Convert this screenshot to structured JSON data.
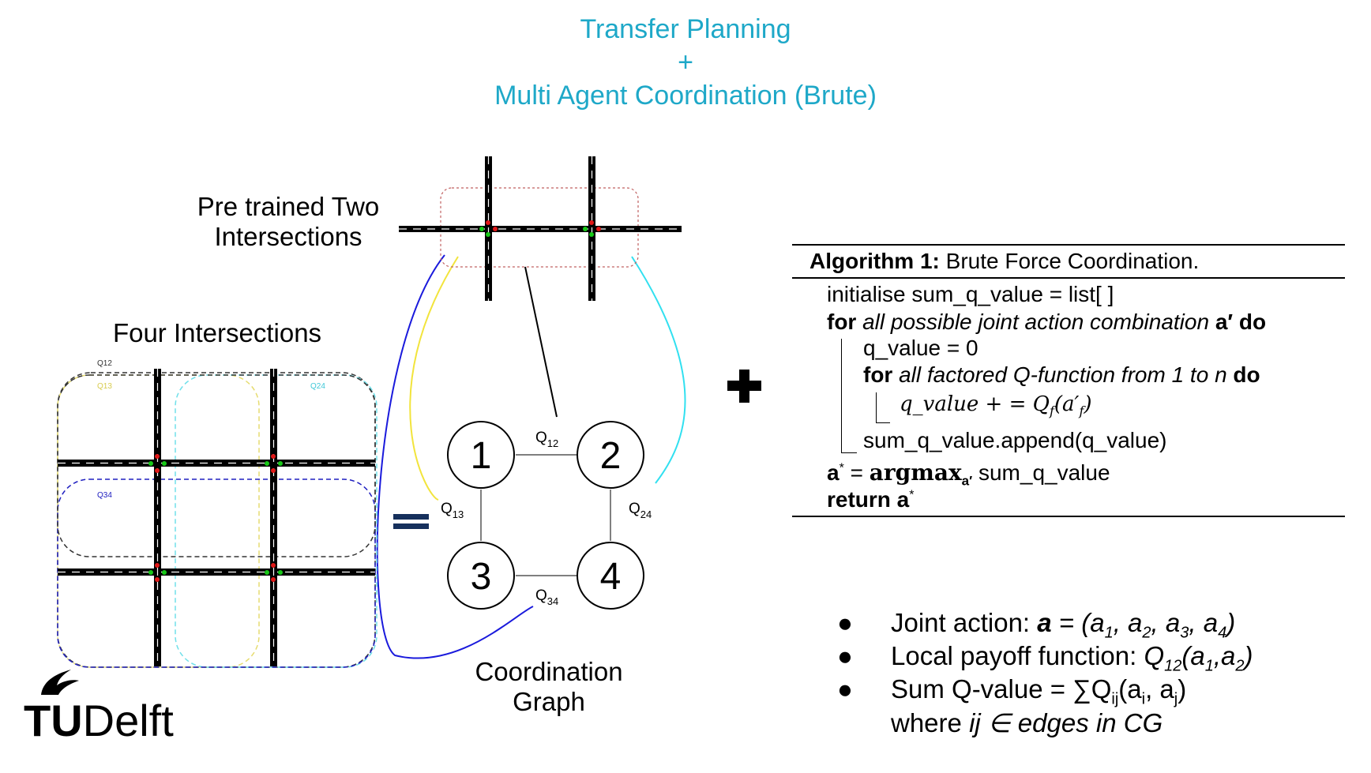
{
  "header": {
    "title_line1": "Transfer Planning",
    "title_plus": "+",
    "title_line2": "Multi Agent Coordination (Brute)"
  },
  "labels": {
    "pretrained": [
      "Pre trained Two",
      "Intersections"
    ],
    "four": "Four Intersections",
    "coordination_graph": [
      "Coordination",
      "Graph"
    ]
  },
  "grid_region_labels": {
    "q12": "Q12",
    "q13": "Q13",
    "q24": "Q24",
    "q34": "Q34"
  },
  "graph": {
    "nodes": [
      "1",
      "2",
      "3",
      "4"
    ],
    "edges": [
      {
        "base": "Q",
        "sub": "12"
      },
      {
        "base": "Q",
        "sub": "13"
      },
      {
        "base": "Q",
        "sub": "24"
      },
      {
        "base": "Q",
        "sub": "34"
      }
    ]
  },
  "operators": {
    "equals": "=",
    "plus": "✚"
  },
  "algorithm": {
    "title_bold": "Algorithm 1:",
    "title_rest": " Brute Force Coordination.",
    "init": "initialise sum_q_value = list[ ]",
    "for1_kw": "for",
    "for1_body": " all possible joint action combination ",
    "for1_var": "a′",
    "for1_do": " do",
    "qvalue_init": "q_value = 0",
    "for2_kw": "for",
    "for2_body": " all factored Q-function from 1 to ",
    "for2_n": "n",
    "for2_do": " do",
    "update": "q_value + = Q",
    "update_sub": "f",
    "update_arg": "(a′",
    "update_arg_sub": "f",
    "update_close": ")",
    "append": "sum_q_value.append(q_value)",
    "argmax_lhs": "a",
    "argmax_sup": "*",
    "argmax_eq": " = ",
    "argmax_op": "argmax",
    "argmax_sub": "a′",
    "argmax_rhs": " sum_q_value",
    "return_kw": "return",
    "return_var": " a",
    "return_sup": "*"
  },
  "bullets": {
    "dot": "●",
    "b1_label": "Joint action: ",
    "b1_var": "a",
    "b1_eq": " = (a",
    "b1_s1": "1",
    "b1_m1": ", a",
    "b1_s2": "2",
    "b1_m2": ", a",
    "b1_s3": "3",
    "b1_m3": ", a",
    "b1_s4": "4",
    "b1_end": ")",
    "b2_label": "Local payoff function: ",
    "b2_q": "Q",
    "b2_qs": "12",
    "b2_open": "(a",
    "b2_s1": "1",
    "b2_mid": ",a",
    "b2_s2": "2",
    "b2_end": ")",
    "b3_label": "Sum Q-value = ∑Q",
    "b3_qs": "ij",
    "b3_open": "(a",
    "b3_s1": "i",
    "b3_mid": ", a",
    "b3_s2": "j",
    "b3_end": ")",
    "b4_where": "where ",
    "b4_rest": "ij ∈ edges in CG"
  },
  "logo": {
    "text_bold": "TU",
    "text_rest": "Delft"
  },
  "colors": {
    "title": "#1ea8c8",
    "yellow": "#f2e43c",
    "cyan": "#31e0f0",
    "blue": "#1a1adc",
    "road": "#000000",
    "light_red": "#e01818",
    "light_green": "#18c818"
  }
}
